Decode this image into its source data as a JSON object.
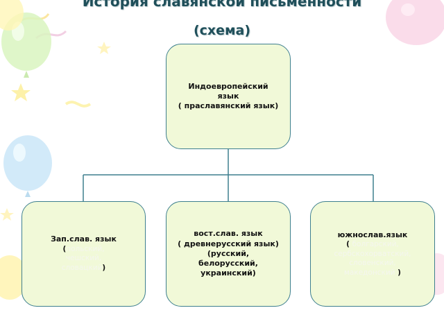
{
  "title": "История славянской письменности",
  "subtitle": "(схема)",
  "colors": {
    "node_fill": "#f1f9d8",
    "node_border": "#3d7f8e",
    "connector": "#3d7f8e",
    "title_text": "#1f4f5a"
  },
  "nodes": {
    "root": {
      "line1": "Индоевропейский",
      "line2": "язык",
      "line3": "( праславянский  язык)"
    },
    "west": {
      "heading": "Зап.слав. язык",
      "open": "(",
      "items": [
        "польский,",
        "чешский,",
        "словацкий"
      ],
      "close": ")"
    },
    "east": {
      "line1": "вост.слав. язык",
      "line2": "( древнерусский  язык)",
      "line3": "(русский,",
      "line4": "белорусский,",
      "line5": "украинский)"
    },
    "south": {
      "heading": "южнослав.язык",
      "open": "(",
      "items": [
        "болгарский,",
        "сербскохорватский,",
        "словенский,",
        "македонский"
      ],
      "close": ")"
    }
  }
}
